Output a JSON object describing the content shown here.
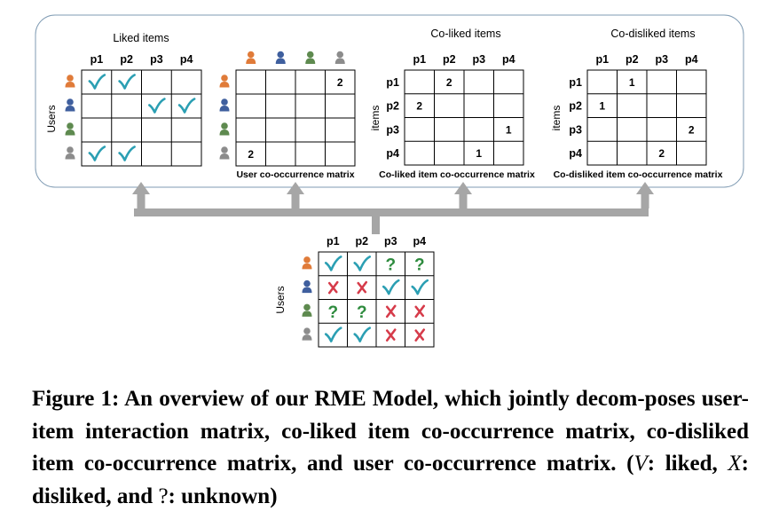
{
  "items": [
    "p1",
    "p2",
    "p3",
    "p4"
  ],
  "colors": {
    "user1": "#e07b39",
    "user2": "#3f5f9e",
    "user3": "#5e8a4f",
    "user4": "#8c8c8c",
    "check": "#2b9fb3",
    "cross": "#d63b4a",
    "unknown": "#2e8b3e",
    "frame_arrows": "#a6a6a6",
    "panel_border": "#7f9bb3"
  },
  "liked": {
    "title": "Liked items",
    "users_label": "Users",
    "grid": [
      [
        "V",
        "V",
        "",
        ""
      ],
      [
        "",
        "",
        "V",
        "V"
      ],
      [
        "",
        "",
        "",
        ""
      ],
      [
        "V",
        "V",
        "",
        ""
      ]
    ]
  },
  "user_cooc": {
    "label": "User co-occurrence  matrix",
    "grid": [
      [
        "",
        "",
        "",
        "2"
      ],
      [
        "",
        "",
        "",
        ""
      ],
      [
        "",
        "",
        "",
        ""
      ],
      [
        "2",
        "",
        "",
        ""
      ]
    ]
  },
  "coliked": {
    "title": "Co-liked items",
    "rows_label": "items",
    "label": "Co-liked item co-occurrence  matrix",
    "grid": [
      [
        "",
        "2",
        "",
        ""
      ],
      [
        "2",
        "",
        "",
        ""
      ],
      [
        "",
        "",
        "",
        "1"
      ],
      [
        "",
        "",
        "1",
        ""
      ]
    ]
  },
  "codisliked": {
    "title": "Co-disliked  items",
    "rows_label": "items",
    "label": "Co-disliked item co-occurrence  matrix",
    "grid": [
      [
        "",
        "1",
        "",
        ""
      ],
      [
        "1",
        "",
        "",
        ""
      ],
      [
        "",
        "",
        "",
        "2"
      ],
      [
        "",
        "",
        "2",
        ""
      ]
    ]
  },
  "interaction": {
    "users_label": "Users",
    "grid": [
      [
        "V",
        "V",
        "?",
        "?"
      ],
      [
        "X",
        "X",
        "V",
        "V"
      ],
      [
        "?",
        "?",
        "X",
        "X"
      ],
      [
        "V",
        "V",
        "X",
        "X"
      ]
    ]
  },
  "caption": {
    "label": "Figure 1:",
    "text_a": "An overview of our RME Model, which jointly decom-poses user-item interaction matrix, co-liked item co-occurrence matrix, co-disliked item co-occurrence matrix, and user co-occurrence matrix. (",
    "sym_liked": "V",
    "text_b": ": liked, ",
    "sym_disliked": "X",
    "text_c": ": disliked, and ",
    "sym_unknown": "?",
    "text_d": ": unknown)"
  }
}
